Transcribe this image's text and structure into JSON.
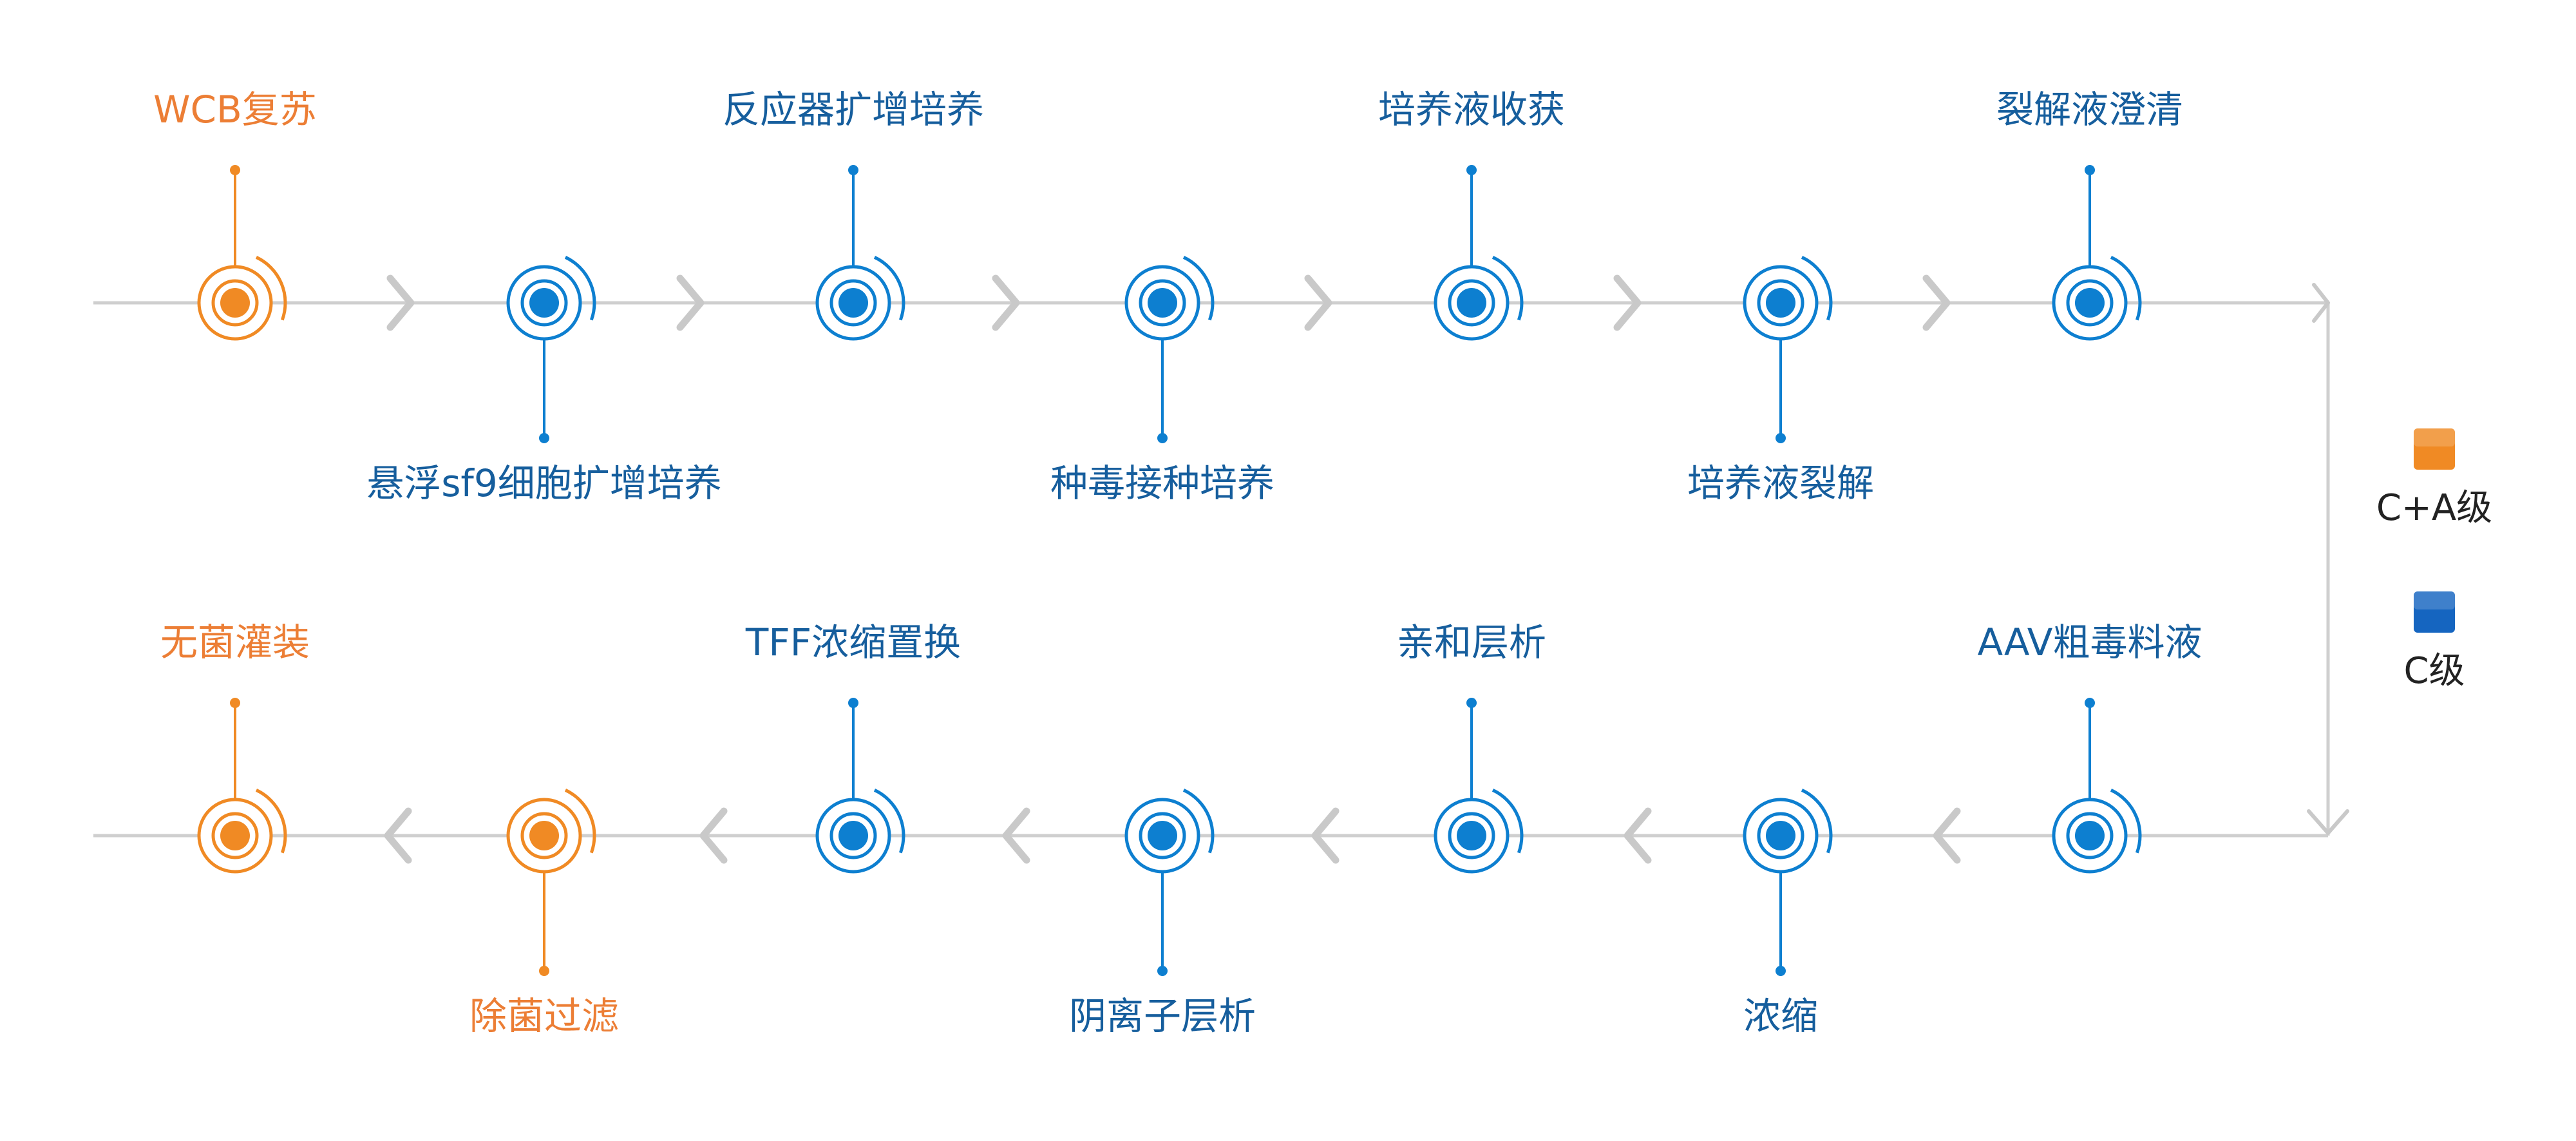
{
  "colors": {
    "orange": "#f08a24",
    "blue": "#0d7fd0",
    "label_orange": "#ec7e35",
    "label_blue": "#165e9d",
    "line": "#cfcfcf",
    "chevron": "#c9c9c9",
    "legend_orange": "#f08a24",
    "legend_blue": "#1565c0"
  },
  "row1": [
    {
      "label": "WCB复苏",
      "grade": "orange",
      "label_pos": "top"
    },
    {
      "label": "悬浮sf9细胞扩增培养",
      "grade": "blue",
      "label_pos": "bottom"
    },
    {
      "label": "反应器扩增培养",
      "grade": "blue",
      "label_pos": "top"
    },
    {
      "label": "种毒接种培养",
      "grade": "blue",
      "label_pos": "bottom"
    },
    {
      "label": "培养液收获",
      "grade": "blue",
      "label_pos": "top"
    },
    {
      "label": "培养液裂解",
      "grade": "blue",
      "label_pos": "bottom"
    },
    {
      "label": "裂解液澄清",
      "grade": "blue",
      "label_pos": "top"
    }
  ],
  "row2": [
    {
      "label": "无菌灌装",
      "grade": "orange",
      "label_pos": "top"
    },
    {
      "label": "除菌过滤",
      "grade": "orange",
      "label_pos": "bottom"
    },
    {
      "label": "TFF浓缩置换",
      "grade": "blue",
      "label_pos": "top"
    },
    {
      "label": "阴离子层析",
      "grade": "blue",
      "label_pos": "bottom"
    },
    {
      "label": "亲和层析",
      "grade": "blue",
      "label_pos": "top"
    },
    {
      "label": "浓缩",
      "grade": "blue",
      "label_pos": "bottom"
    },
    {
      "label": "AAV粗毒料液",
      "grade": "blue",
      "label_pos": "top"
    }
  ],
  "legend": [
    {
      "label": "C+A级",
      "grade": "orange",
      "icon": "orange-square-icon"
    },
    {
      "label": "C级",
      "grade": "blue",
      "icon": "blue-square-icon"
    }
  ]
}
